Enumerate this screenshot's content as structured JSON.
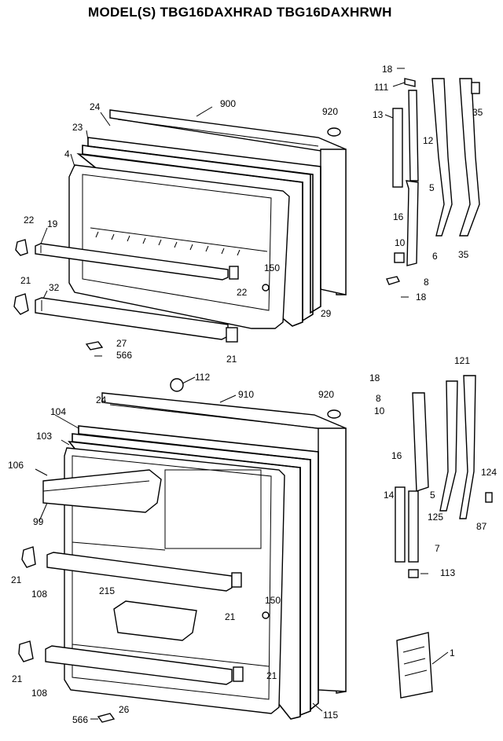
{
  "title": "MODEL(S) TBG16DAXHRAD  TBG16DAXHRWH",
  "labels": {
    "top": {
      "l18": "18",
      "l111": "111",
      "l35a": "35",
      "l24": "24",
      "l900": "900",
      "l920": "920",
      "l13": "13",
      "l12": "12",
      "l23": "23",
      "l4": "4",
      "l5": "5",
      "l16": "16",
      "l22a": "22",
      "l19": "19",
      "l10": "10",
      "l6": "6",
      "l35b": "35",
      "l150": "150",
      "l21a": "21",
      "l32": "32",
      "l22b": "22",
      "l8": "8",
      "l18b": "18",
      "l29": "29",
      "l27": "27",
      "l566": "566",
      "l21b": "21"
    },
    "bottom": {
      "l112": "112",
      "l910": "910",
      "l920": "920",
      "l18": "18",
      "l121": "121",
      "l24": "24",
      "l8": "8",
      "l104": "104",
      "l10": "10",
      "l103": "103",
      "l16": "16",
      "l106": "106",
      "l124": "124",
      "l5": "5",
      "l14": "14",
      "l99": "99",
      "l125": "125",
      "l87": "87",
      "l7": "7",
      "l21a": "21",
      "l108a": "108",
      "l113": "113",
      "l215": "215",
      "l150": "150",
      "l21b": "21",
      "l1": "1",
      "l21c": "21",
      "l108b": "108",
      "l21d": "21",
      "l566": "566",
      "l26": "26",
      "l115": "115"
    }
  }
}
